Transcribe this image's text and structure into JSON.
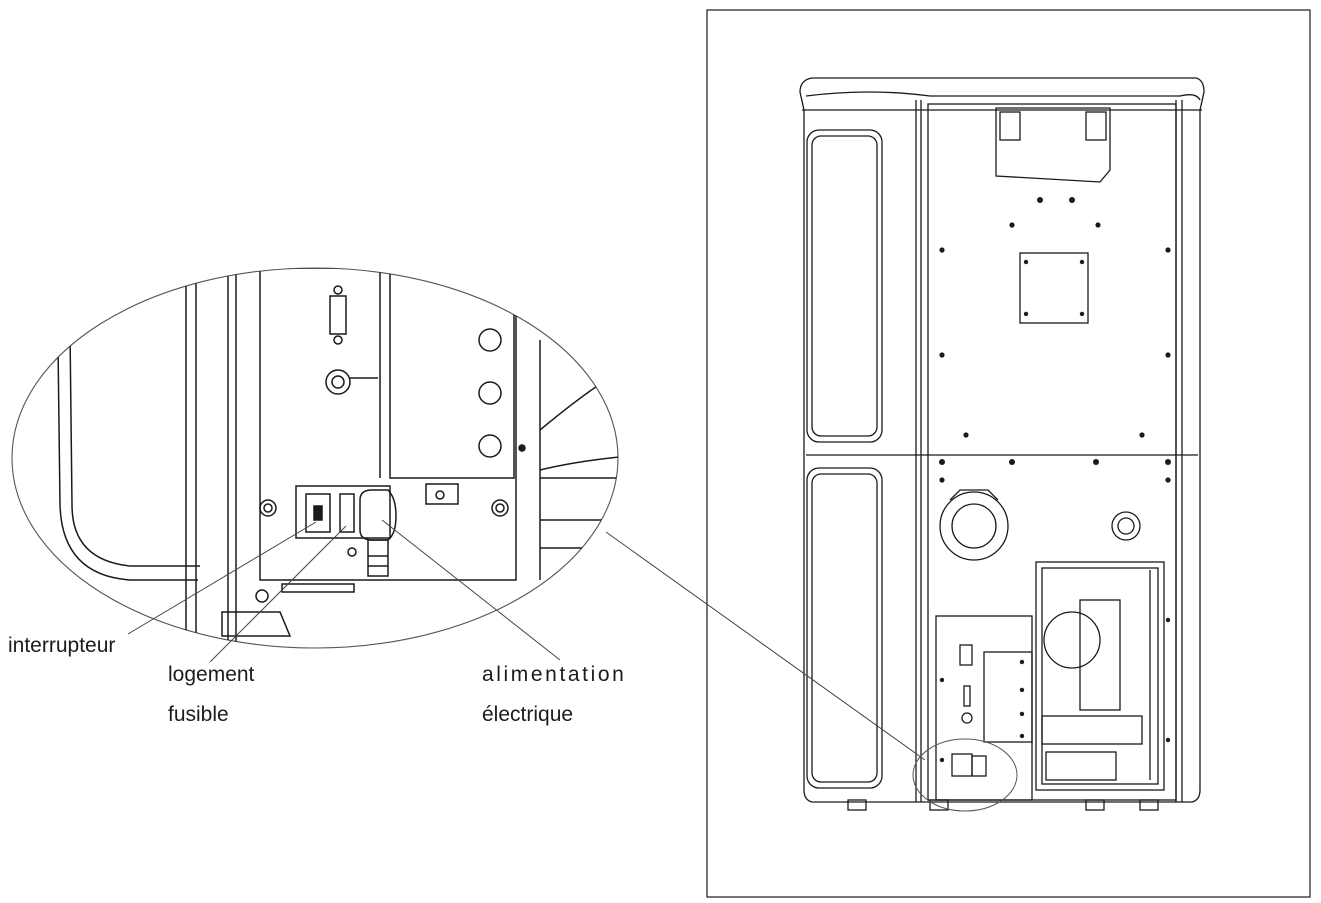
{
  "labels": {
    "switch": "interrupteur",
    "fuse_line1": "logement",
    "fuse_line2": "fusible",
    "power_line1": "alimentation",
    "power_line2": "électrique"
  },
  "colors": {
    "line": "#1a1a1a",
    "text": "#1c1c1c",
    "background": "#ffffff"
  }
}
